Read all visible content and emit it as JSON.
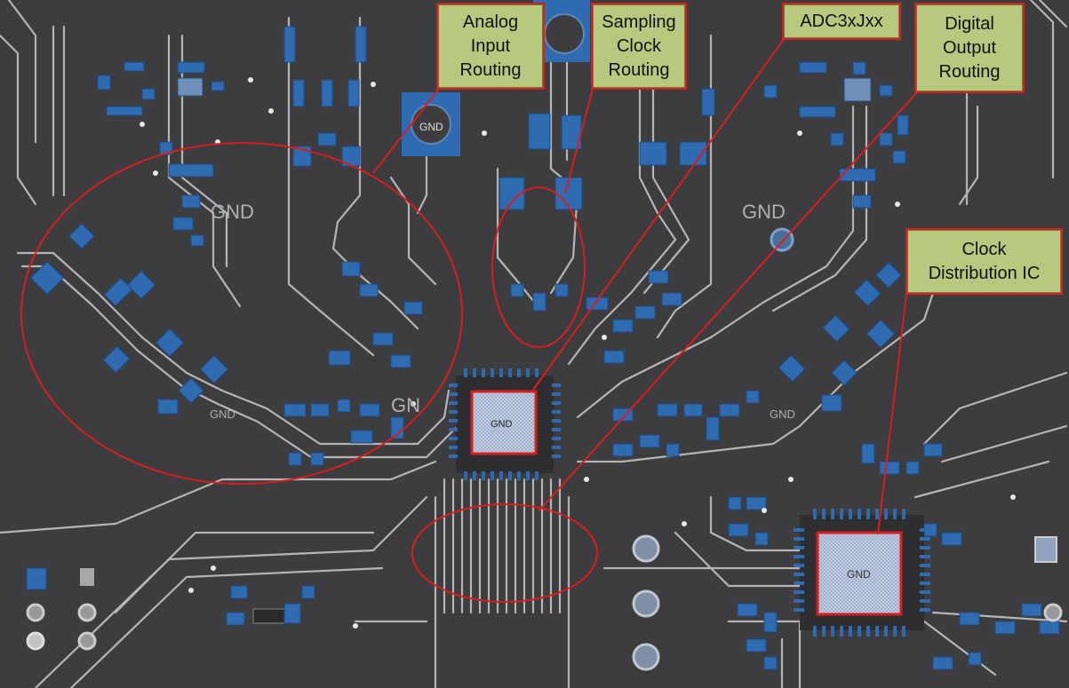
{
  "callouts": {
    "analog_input": "Analog\nInput\nRouting",
    "sampling_clock": "Sampling\nClock\nRouting",
    "adc": "ADC3xJxx",
    "digital_output": "Digital\nOutput\nRouting",
    "clock_distribution": "Clock\nDistribution IC"
  },
  "silkscreen": {
    "gnd_left": "GND",
    "gnd_right": "GND",
    "gnd_pad_top": "GND",
    "gnd_adc": "GND",
    "gnd_clock_ic": "GND",
    "gnd_small_left": "GND",
    "gnd_small_right": "GND",
    "gnd_center": "GN"
  },
  "colors": {
    "board": "#3d3d3f",
    "trace": "#b9b9b9",
    "pad": "#2f5f9e",
    "highlight": "#d81e1e",
    "callout_fill": "#b7c97f"
  }
}
